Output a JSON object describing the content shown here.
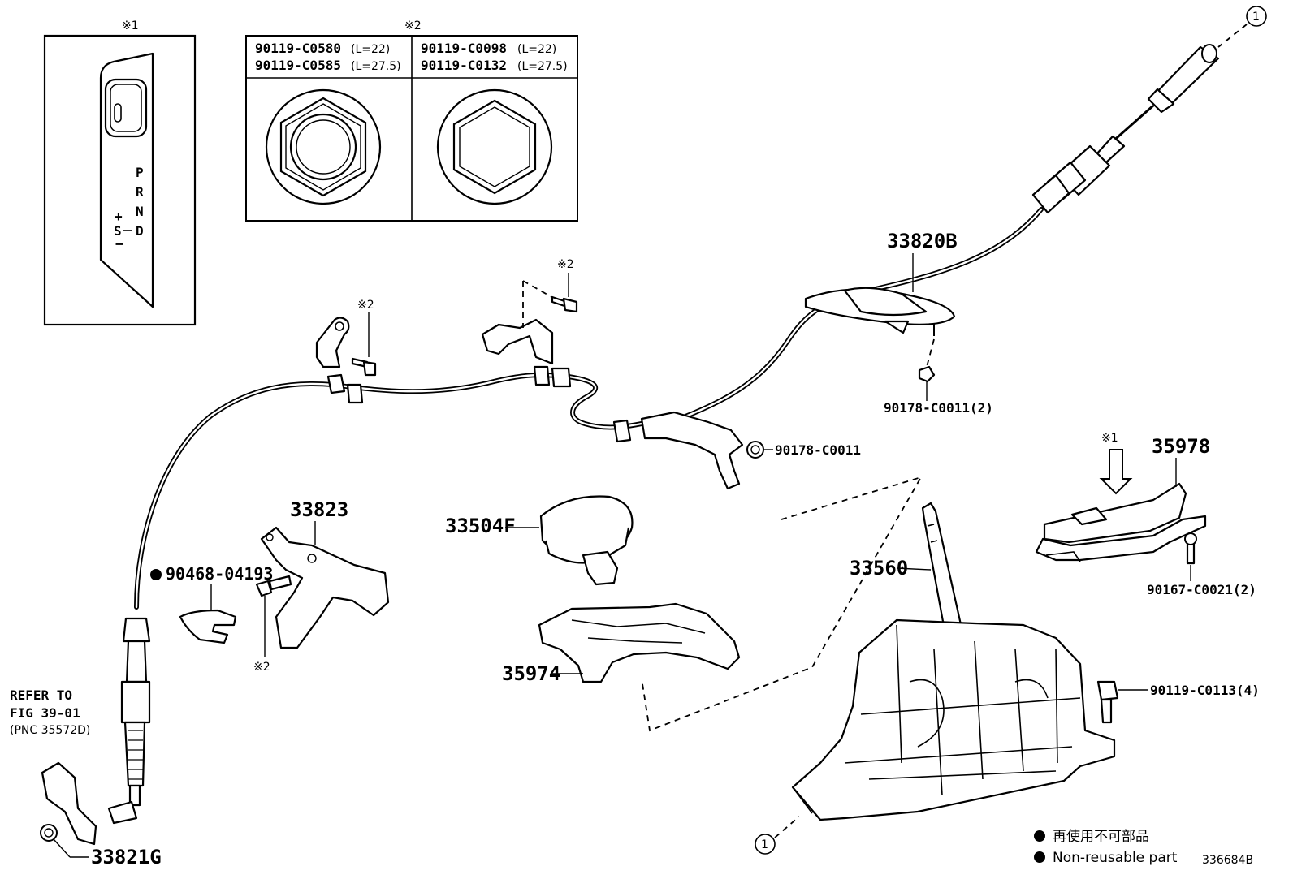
{
  "diagram_id": "336684B",
  "legend": {
    "non_reusable_jp": "再使用不可部品",
    "non_reusable_en": "Non-reusable part"
  },
  "inset1": {
    "tag": "※1",
    "shift_letters": [
      "P",
      "R",
      "N",
      "D"
    ],
    "manual_plus": "+",
    "manual_s": "S",
    "manual_minus": "−"
  },
  "inset2": {
    "tag": "※2",
    "left_parts": [
      "90119-C0580",
      "90119-C0585"
    ],
    "left_lengths": [
      "(L=22)",
      "(L=27.5)"
    ],
    "right_parts": [
      "90119-C0098",
      "90119-C0132"
    ],
    "right_lengths": [
      "(L=22)",
      "(L=27.5)"
    ]
  },
  "callouts": {
    "circle_1": "1",
    "p33820B": "33820B",
    "p90178_2": "90178-C0011(2)",
    "p90178": "90178-C0011",
    "p35978": "35978",
    "p90167": "90167-C0021(2)",
    "p33823": "33823",
    "p33504F": "33504F",
    "p33560": "33560",
    "p90468": "90468-04193",
    "p35974": "35974",
    "p90119_c0113": "90119-C0113(4)",
    "p33821G": "33821G",
    "tag_x1": "※1",
    "tag_x2": "※2"
  },
  "refer": {
    "line1": "REFER TO",
    "line2": "FIG 39-01",
    "line3": "(PNC 35572D)"
  }
}
